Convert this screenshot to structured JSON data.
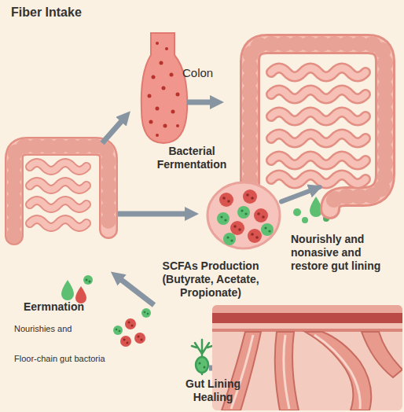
{
  "diagram": {
    "title": "Fiber Intake",
    "nodes": [
      {
        "text": [
          "Colon"
        ]
      },
      {
        "text": [
          "Bacterial Fermentation"
        ]
      }
    ],
    "edges": [
      {
        "from": 1,
        "to": 0,
        "arrow": "to"
      }
    ],
    "labels": [
      "Nourishly and nonasive and restore gut lining",
      "SCFAs Production (Butyrate, Acetate, Propionate)",
      "Eermnation",
      "Nourishies and",
      "Floor-chain gut bactoria",
      "Gut Lining Healing"
    ]
  }
}
